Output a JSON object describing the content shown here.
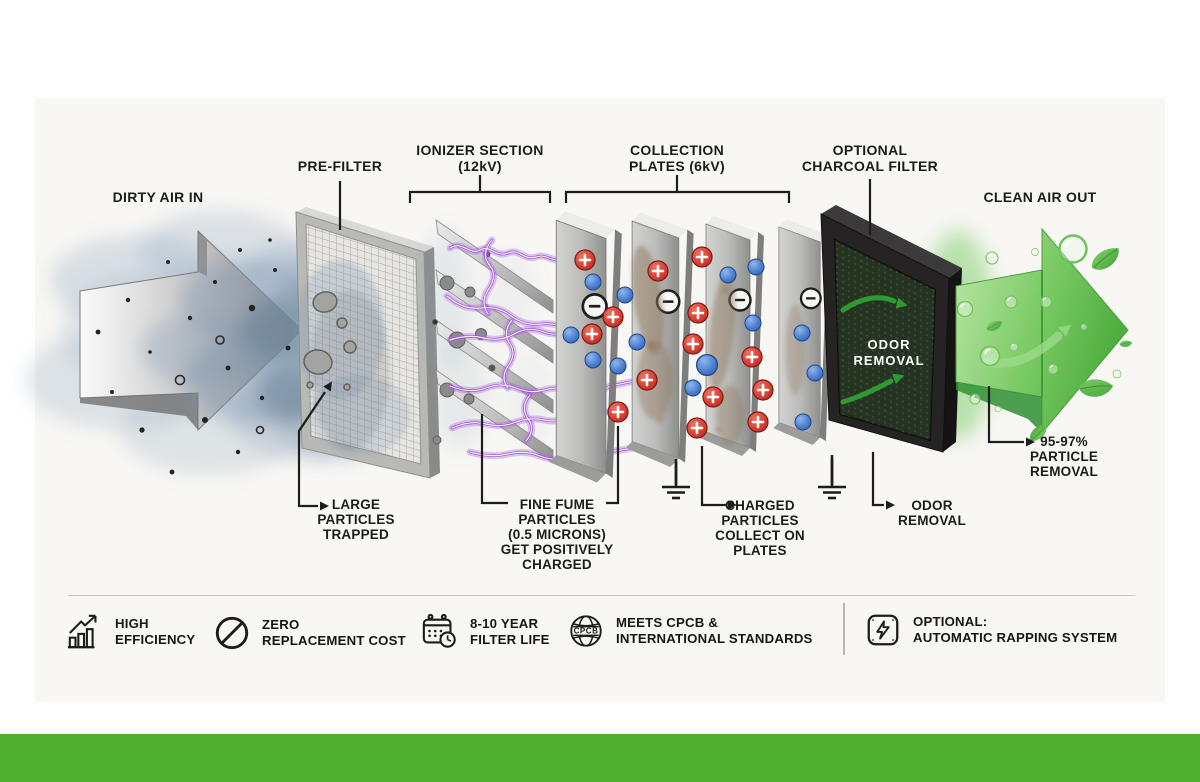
{
  "stages": {
    "dirty_air_label": "DIRTY AIR IN",
    "pre_filter_label": "PRE-FILTER",
    "ionizer_label": "IONIZER SECTION\n(12kV)",
    "collection_label": "COLLECTION\nPLATES (6kV)",
    "charcoal_label": "OPTIONAL\nCHARCOAL FILTER",
    "clean_air_label": "CLEAN AIR OUT"
  },
  "callouts": {
    "large_particles": "LARGE\nPARTICLES\nTRAPPED",
    "fine_fume": "FINE FUME\nPARTICLES\n(0.5 MICRONS)\nGET POSITIVELY\nCHARGED",
    "charged_particles": "CHARGED\nPARTICLES\nCOLLECT ON\nPLATES",
    "odor_removal": "ODOR\nREMOVAL",
    "particle_removal": "95-97%\nPARTICLE\nREMOVAL"
  },
  "charcoal_overlay": "ODOR\nREMOVAL",
  "features": [
    {
      "icon": "bar-chart-up-icon",
      "label": "HIGH\nEFFICIENCY"
    },
    {
      "icon": "no-sign-icon",
      "label": "ZERO\nREPLACEMENT COST"
    },
    {
      "icon": "calendar-clock-icon",
      "label": "8-10 YEAR\nFILTER LIFE"
    },
    {
      "icon": "globe-icon",
      "icon_text": "CPCB",
      "label": "MEETS CPCB &\nINTERNATIONAL STANDARDS"
    },
    {
      "icon": "lightning-square-icon",
      "label": "OPTIONAL:\nAUTOMATIC RAPPING SYSTEM"
    }
  ],
  "colors": {
    "accent_green": "#4fae2f",
    "clean_arrow_green": "#55b545",
    "positive_red": "#d63a30",
    "negative_blue": "#4a7ed0",
    "ionizer_purple": "#9d4fd4",
    "smoke_blue": "#8fa6bd",
    "text_dark": "#1c1c1a"
  }
}
